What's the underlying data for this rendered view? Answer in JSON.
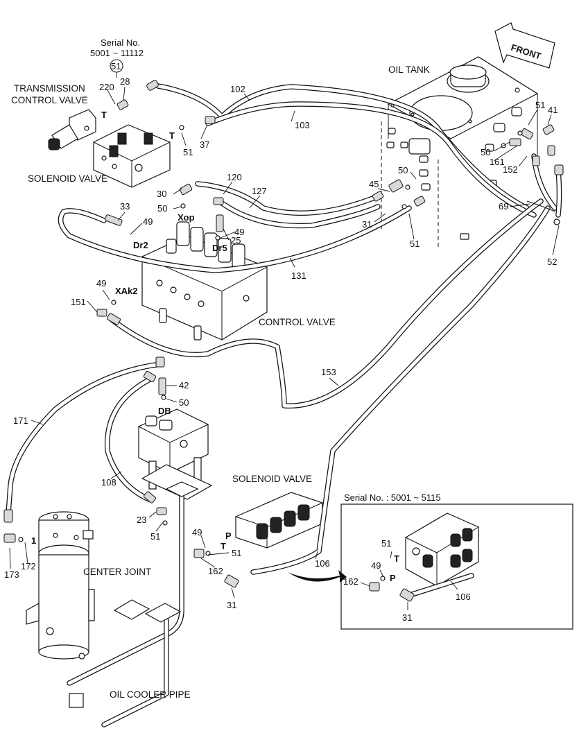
{
  "arrow": {
    "text": "FRONT"
  },
  "serial_top": {
    "line1": "Serial No.",
    "line2": "5001 ~ 11112",
    "circled": "51"
  },
  "components": {
    "transmission_control_valve_1": "TRANSMISSION",
    "transmission_control_valve_2": "CONTROL VALVE",
    "solenoid_valve_top": "SOLENOID VALVE",
    "oil_tank": "OIL TANK",
    "control_valve": "CONTROL VALVE",
    "solenoid_valve_bottom": "SOLENOID VALVE",
    "center_joint": "CENTER JOINT",
    "oil_cooler_pipe": "OIL COOLER PIPE"
  },
  "ports": {
    "t1": "T",
    "t2": "T",
    "xop": "Xop",
    "dr2": "Dr2",
    "dr5": "Dr5",
    "xak2": "XAk2",
    "db": "DB",
    "p_main": "P",
    "t_main": "T",
    "one": "1",
    "t_inset": "T",
    "p_inset": "P"
  },
  "callouts": {
    "c220": "220",
    "c28": "28",
    "c102": "102",
    "c103": "103",
    "c37": "37",
    "c51a": "51",
    "c51b": "51",
    "c41": "41",
    "c50a": "50",
    "c161": "161",
    "c152": "152",
    "c45": "45",
    "c50b": "50",
    "c69": "69",
    "c52": "52",
    "c31a": "31",
    "c51c": "51",
    "c120": "120",
    "c127": "127",
    "c30": "30",
    "c50c": "50",
    "c33": "33",
    "c49a": "49",
    "c25": "25",
    "c49b": "49",
    "c131": "131",
    "c49c": "49",
    "c151": "151",
    "c42": "42",
    "c50d": "50",
    "c153": "153",
    "c171": "171",
    "c108": "108",
    "c23": "23",
    "c51d": "51",
    "c49d": "49",
    "c51e": "51",
    "c162a": "162",
    "c31b": "31",
    "c106a": "106",
    "c173": "173",
    "c172": "172"
  },
  "inset": {
    "title": "Serial No.  : 5001 ~ 5115",
    "c51": "51",
    "c49": "49",
    "c162": "162",
    "c31": "31",
    "c106": "106"
  }
}
